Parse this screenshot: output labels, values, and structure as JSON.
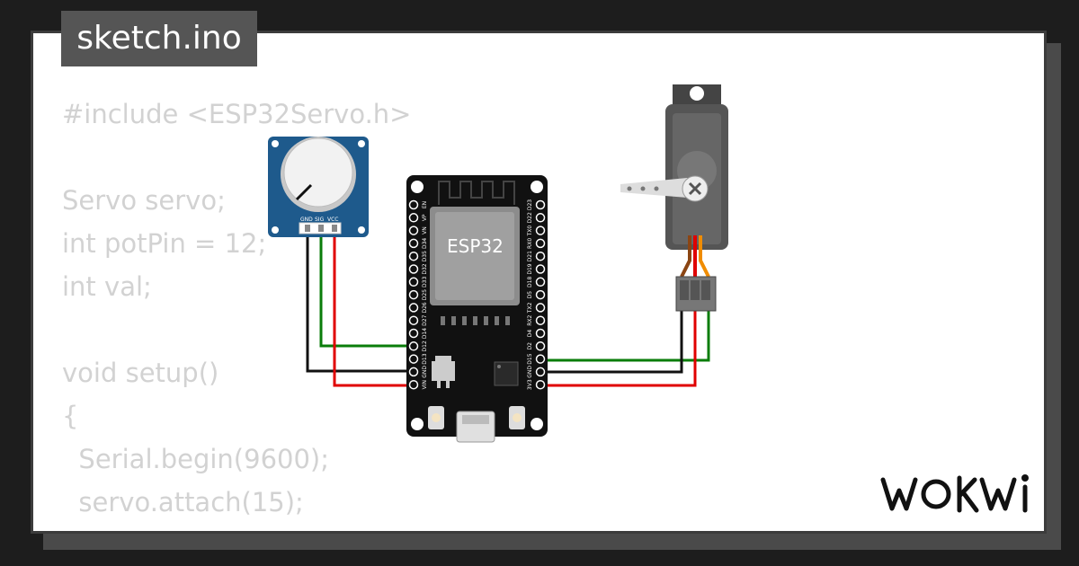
{
  "file": {
    "name": "sketch.ino"
  },
  "code": {
    "lines": [
      "#include <ESP32Servo.h>",
      "",
      "Servo servo;",
      "int potPin = 12;",
      "int val;",
      "",
      "void setup()",
      "{",
      "  Serial.begin(9600);",
      "  servo.attach(15);",
      "}"
    ]
  },
  "board": {
    "label": "ESP32",
    "left_pins": [
      "EN",
      "VP",
      "VN",
      "D34",
      "D35",
      "D32",
      "D33",
      "D25",
      "D26",
      "D27",
      "D14",
      "D12",
      "D13",
      "GND",
      "VIN"
    ],
    "right_pins": [
      "D23",
      "D22",
      "TX0",
      "RX0",
      "D21",
      "D19",
      "D18",
      "D5",
      "TX2",
      "RX2",
      "D4",
      "D2",
      "D15",
      "GND",
      "3V3"
    ]
  },
  "potentiometer": {
    "pins": [
      "GND",
      "SIG",
      "VCC"
    ]
  },
  "brand": {
    "name": "WOKWI"
  },
  "colors": {
    "wire_green": "#0a7d0a",
    "wire_black": "#111111",
    "wire_red": "#e00000",
    "servo_orange": "#f08c00",
    "servo_brown": "#8b4513",
    "pot_blue": "#1e5a8c"
  }
}
